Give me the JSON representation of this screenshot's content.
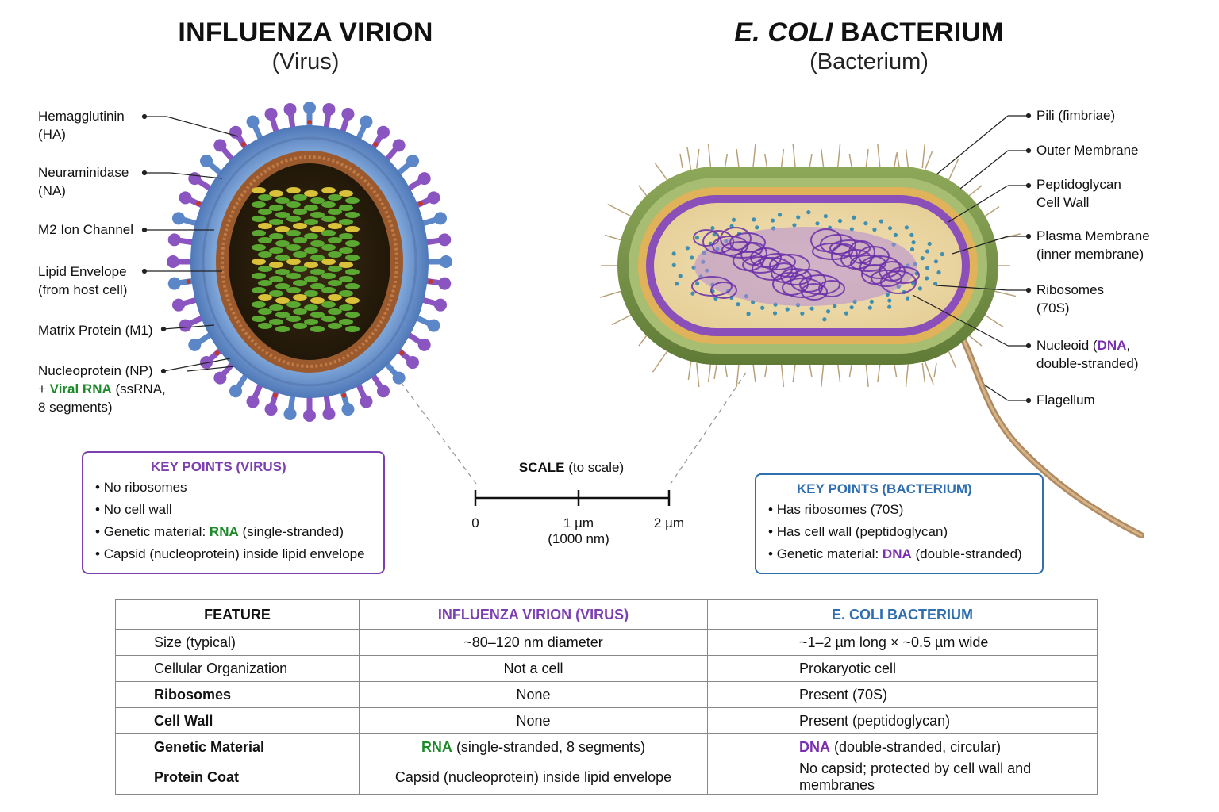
{
  "virus": {
    "title": "INFLUENZA VIRION",
    "subtitle": "(Virus)",
    "labels": {
      "ha_1": "Hemagglutinin",
      "ha_2": "(HA)",
      "na_1": "Neuraminidase",
      "na_2": "(NA)",
      "m2": "M2 Ion Channel",
      "lipid_1": "Lipid Envelope",
      "lipid_2": "(from host cell)",
      "matrix": "Matrix Protein (M1)",
      "np_1": "Nucleoprotein (NP)",
      "np_2_prefix": "+ ",
      "np_2_highlight": "Viral RNA",
      "np_2_suffix": " (ssRNA,",
      "np_3": "8 segments)"
    },
    "key_points": {
      "title": "KEY POINTS (VIRUS)",
      "p1": "No ribosomes",
      "p2": "No cell wall",
      "p3_prefix": "Genetic material: ",
      "p3_highlight": "RNA",
      "p3_suffix": " (single-stranded)",
      "p4": "Capsid (nucleoprotein) inside lipid envelope"
    }
  },
  "bacterium": {
    "title_italic": "E. COLI",
    "title_rest": " BACTERIUM",
    "subtitle": "(Bacterium)",
    "labels": {
      "pili": "Pili (fimbriae)",
      "outer": "Outer Membrane",
      "pg_1": "Peptidoglycan",
      "pg_2": "Cell Wall",
      "pm_1": "Plasma Membrane",
      "pm_2": "(inner membrane)",
      "ribo_1": "Ribosomes",
      "ribo_2": "(70S)",
      "nuc_prefix": "Nucleoid (",
      "nuc_highlight": "DNA",
      "nuc_suffix": ",",
      "nuc_2": "double-stranded)",
      "flagellum": "Flagellum"
    },
    "key_points": {
      "title": "KEY POINTS (BACTERIUM)",
      "p1": "Has ribosomes (70S)",
      "p2": "Has cell wall (peptidoglycan)",
      "p3_prefix": "Genetic material: ",
      "p3_highlight": "DNA",
      "p3_suffix": " (double-stranded)"
    }
  },
  "scale": {
    "title_bold": "SCALE",
    "title_rest": " (to scale)",
    "tick0": "0",
    "tick1": "1 µm",
    "tick1_sub": "(1000 nm)",
    "tick2": "2 µm"
  },
  "table": {
    "headers": [
      "FEATURE",
      "INFLUENZA VIRION (VIRUS)",
      "E. COLI BACTERIUM"
    ],
    "rows": [
      {
        "feature": "Size (typical)",
        "virus": "~80–120 nm diameter",
        "bacterium": "~1–2 µm long × ~0.5 µm wide"
      },
      {
        "feature": "Cellular Organization",
        "virus": "Not a cell",
        "bacterium": "Prokaryotic cell"
      },
      {
        "feature": "Ribosomes",
        "virus": "None",
        "bacterium": "Present (70S)"
      },
      {
        "feature": "Cell Wall",
        "virus": "None",
        "bacterium": "Present (peptidoglycan)"
      },
      {
        "feature": "Genetic Material",
        "virus_highlight": "RNA",
        "virus_rest": " (single-stranded, 8 segments)",
        "bacterium_highlight": "DNA",
        "bacterium_rest": " (double-stranded, circular)"
      },
      {
        "feature": "Protein Coat",
        "virus": "Capsid (nucleoprotein) inside lipid envelope",
        "bacterium": "No capsid; protected by cell wall and membranes"
      }
    ]
  },
  "colors": {
    "virus_accent": "#7b3fb0",
    "bacterium_accent": "#2f6fb0",
    "rna_green": "#1d8a2a",
    "dna_purple": "#7a2fb0"
  }
}
